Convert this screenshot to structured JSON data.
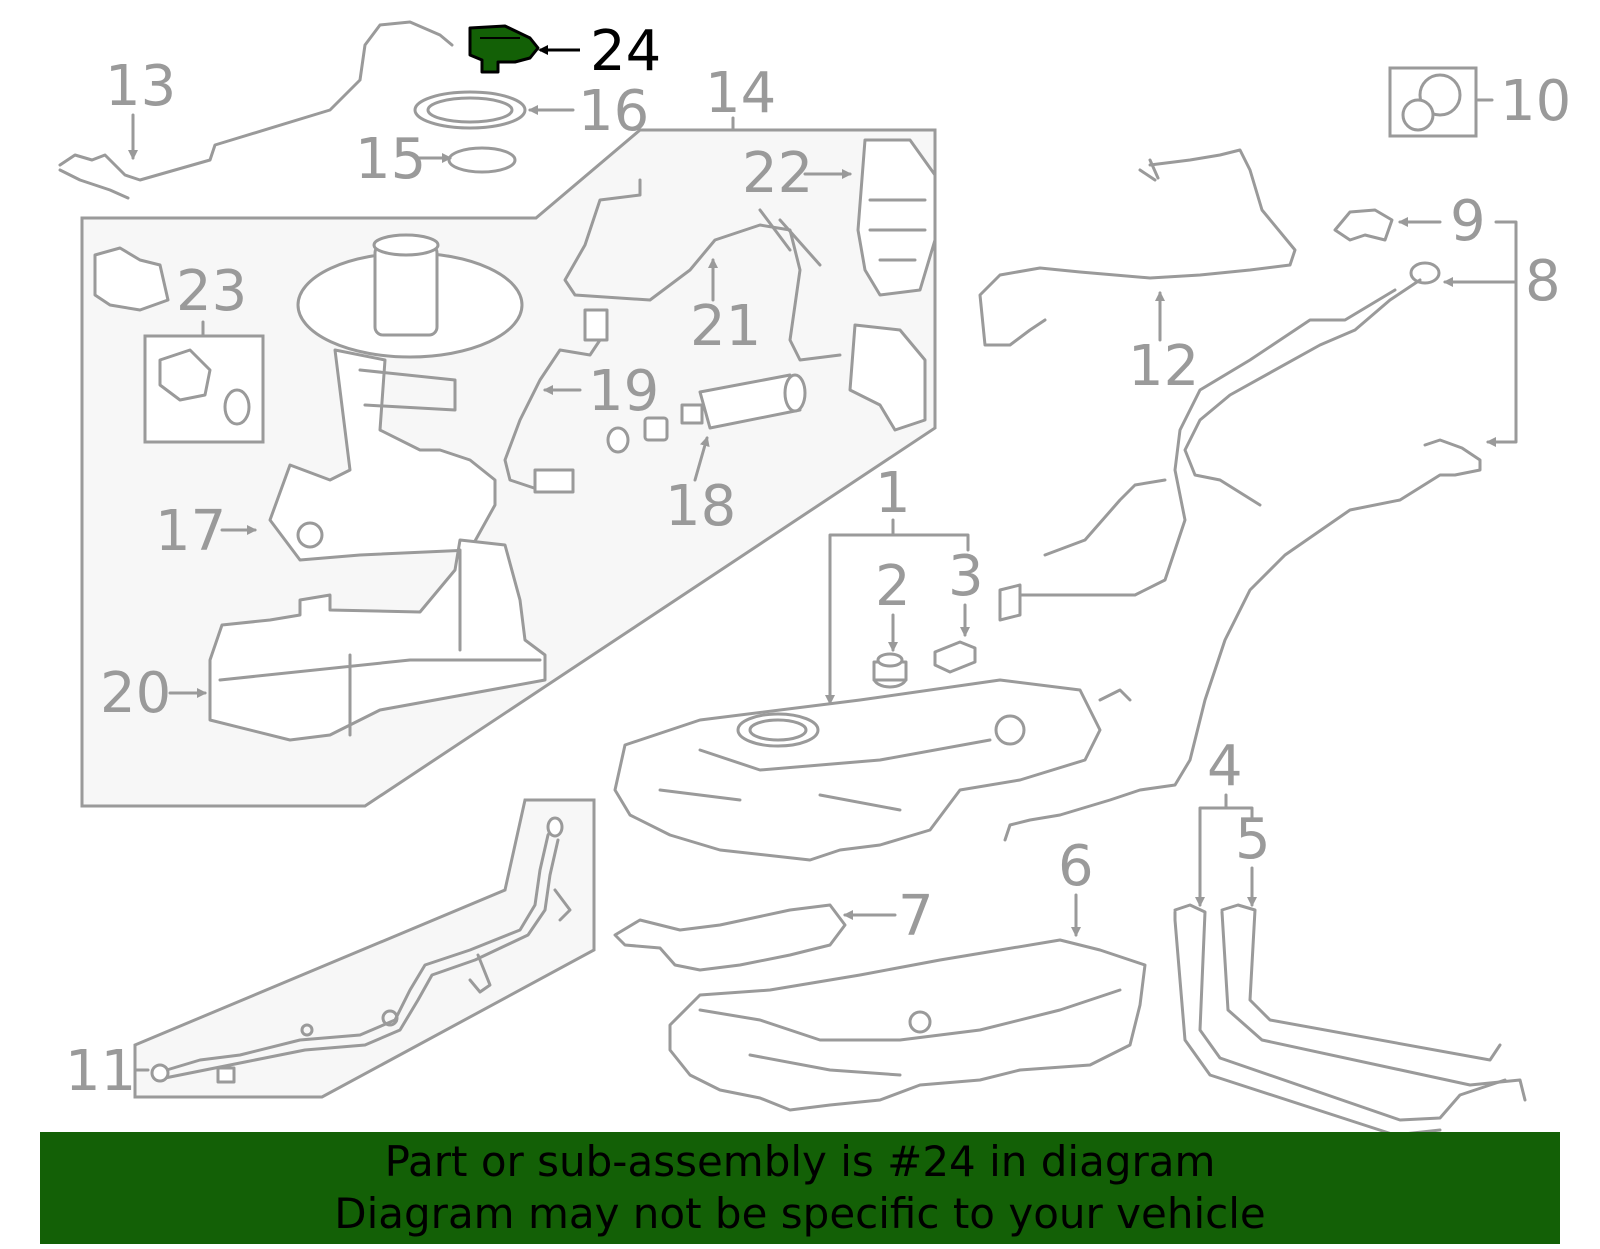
{
  "diagram": {
    "callouts": [
      {
        "id": "1",
        "label": "1"
      },
      {
        "id": "2",
        "label": "2"
      },
      {
        "id": "3",
        "label": "3"
      },
      {
        "id": "4",
        "label": "4"
      },
      {
        "id": "5",
        "label": "5"
      },
      {
        "id": "6",
        "label": "6"
      },
      {
        "id": "7",
        "label": "7"
      },
      {
        "id": "8",
        "label": "8"
      },
      {
        "id": "9",
        "label": "9"
      },
      {
        "id": "10",
        "label": "10"
      },
      {
        "id": "11",
        "label": "11"
      },
      {
        "id": "12",
        "label": "12"
      },
      {
        "id": "13",
        "label": "13"
      },
      {
        "id": "14",
        "label": "14"
      },
      {
        "id": "15",
        "label": "15"
      },
      {
        "id": "16",
        "label": "16"
      },
      {
        "id": "17",
        "label": "17"
      },
      {
        "id": "18",
        "label": "18"
      },
      {
        "id": "19",
        "label": "19"
      },
      {
        "id": "20",
        "label": "20"
      },
      {
        "id": "21",
        "label": "21"
      },
      {
        "id": "22",
        "label": "22"
      },
      {
        "id": "23",
        "label": "23"
      },
      {
        "id": "24",
        "label": "24"
      }
    ],
    "highlighted_part": "24",
    "highlight_color": "#136006"
  },
  "banner": {
    "line1": "Part or sub-assembly is #24 in diagram",
    "line2": "Diagram may not be specific to your vehicle",
    "background": "#136006"
  }
}
